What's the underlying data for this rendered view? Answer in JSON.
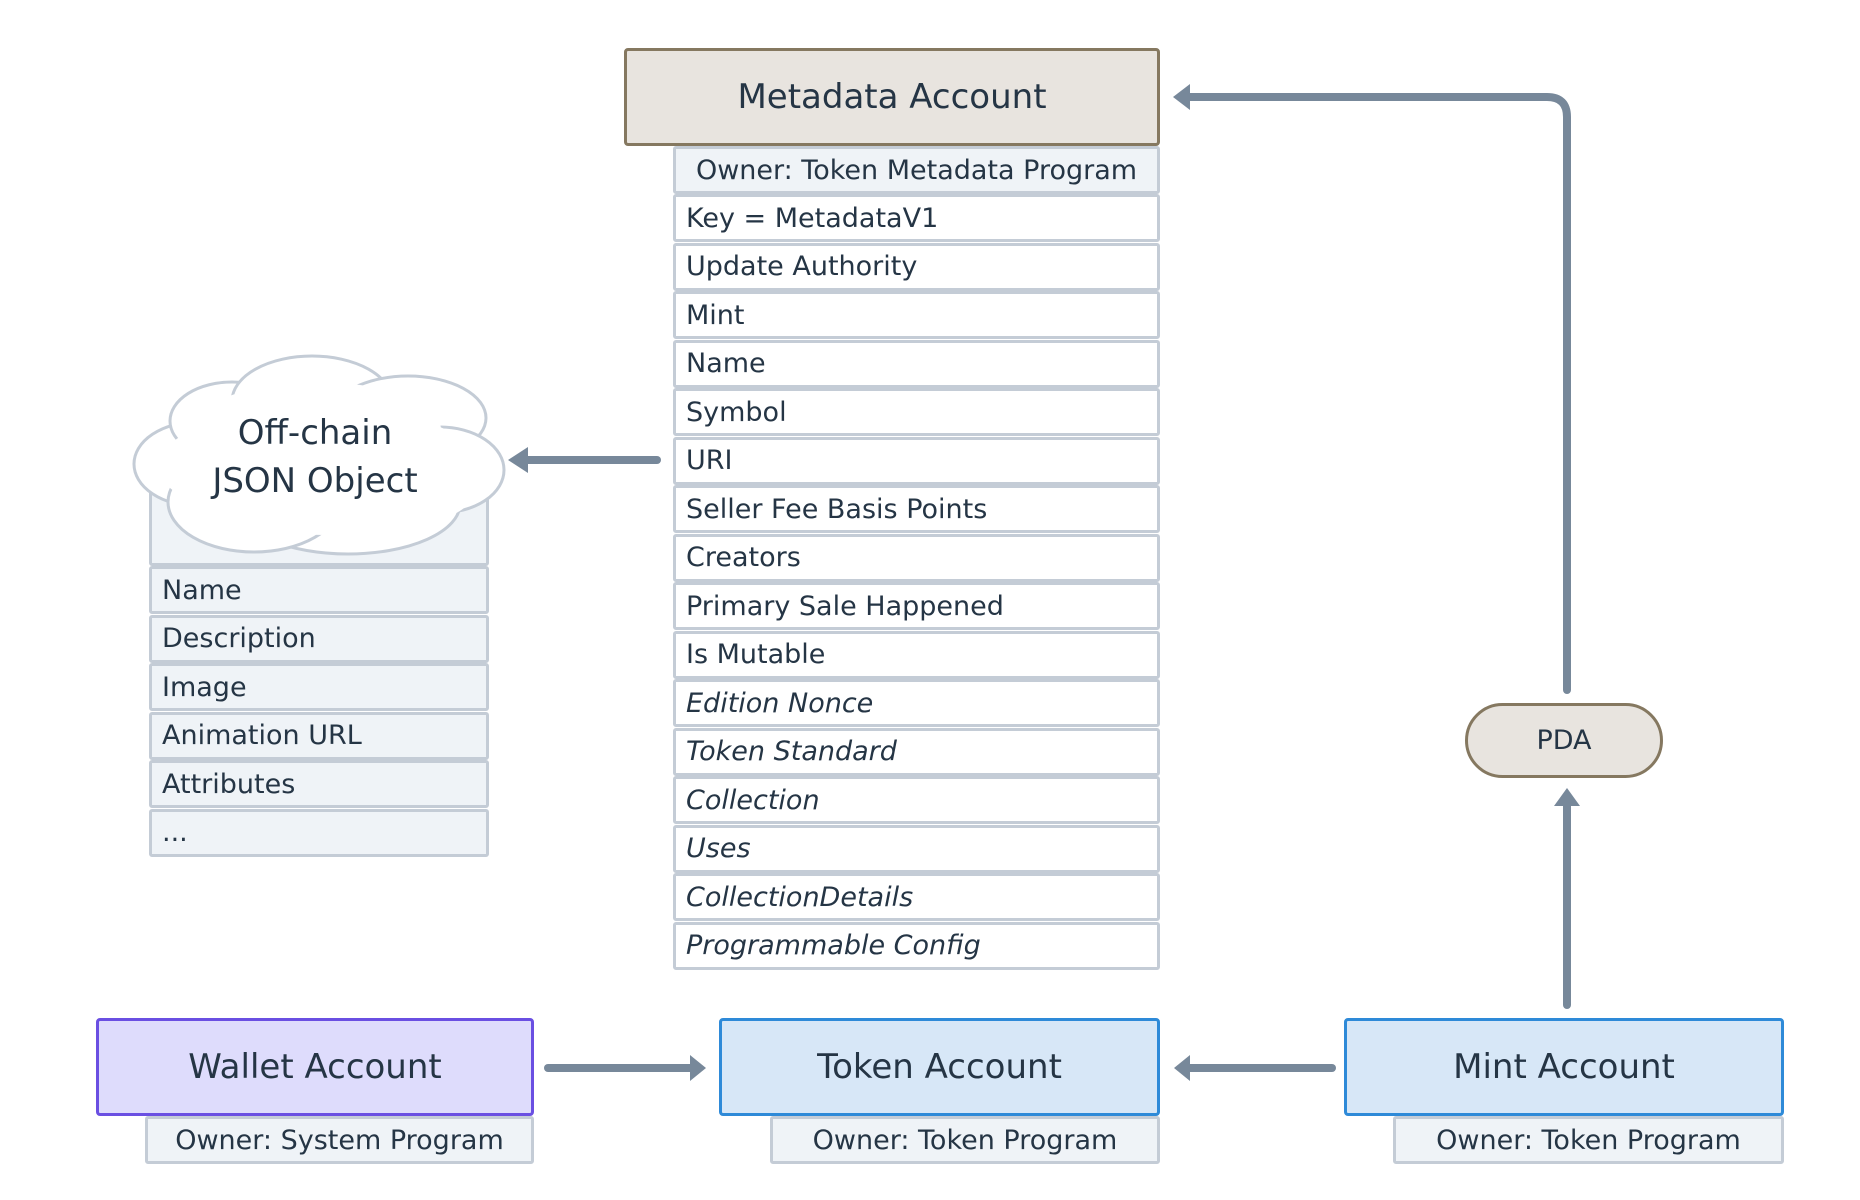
{
  "diagram": {
    "metadata_account": {
      "title": "Metadata Account",
      "owner": "Owner: Token Metadata Program",
      "fields": [
        {
          "label": "Key = MetadataV1",
          "italic": false
        },
        {
          "label": "Update Authority",
          "italic": false
        },
        {
          "label": "Mint",
          "italic": false
        },
        {
          "label": "Name",
          "italic": false
        },
        {
          "label": "Symbol",
          "italic": false
        },
        {
          "label": "URI",
          "italic": false
        },
        {
          "label": "Seller Fee Basis Points",
          "italic": false
        },
        {
          "label": "Creators",
          "italic": false
        },
        {
          "label": "Primary Sale Happened",
          "italic": false
        },
        {
          "label": "Is Mutable",
          "italic": false
        },
        {
          "label": "Edition Nonce",
          "italic": true
        },
        {
          "label": "Token Standard",
          "italic": true
        },
        {
          "label": "Collection",
          "italic": true
        },
        {
          "label": "Uses",
          "italic": true
        },
        {
          "label": "CollectionDetails",
          "italic": true
        },
        {
          "label": "Programmable Config",
          "italic": true
        }
      ]
    },
    "offchain_json": {
      "title": "Off-chain\nJSON Object",
      "fields": [
        "Name",
        "Description",
        "Image",
        "Animation URL",
        "Attributes",
        "..."
      ]
    },
    "pda": {
      "label": "PDA"
    },
    "wallet_account": {
      "title": "Wallet Account",
      "owner": "Owner: System Program"
    },
    "token_account": {
      "title": "Token Account",
      "owner": "Owner: Token Program"
    },
    "mint_account": {
      "title": "Mint Account",
      "owner": "Owner: Token Program"
    }
  },
  "colors": {
    "text": "#253545",
    "arrow": "#77889a",
    "metadata_fill": "#e8e4df",
    "metadata_border": "#857860",
    "account_fill": "#d7e7f7",
    "account_border": "#2e8ad8",
    "wallet_fill": "#dedcfc",
    "wallet_border": "#6a4fe2",
    "field_border": "#c4ccd6",
    "owner_fill": "#eff3f7"
  }
}
